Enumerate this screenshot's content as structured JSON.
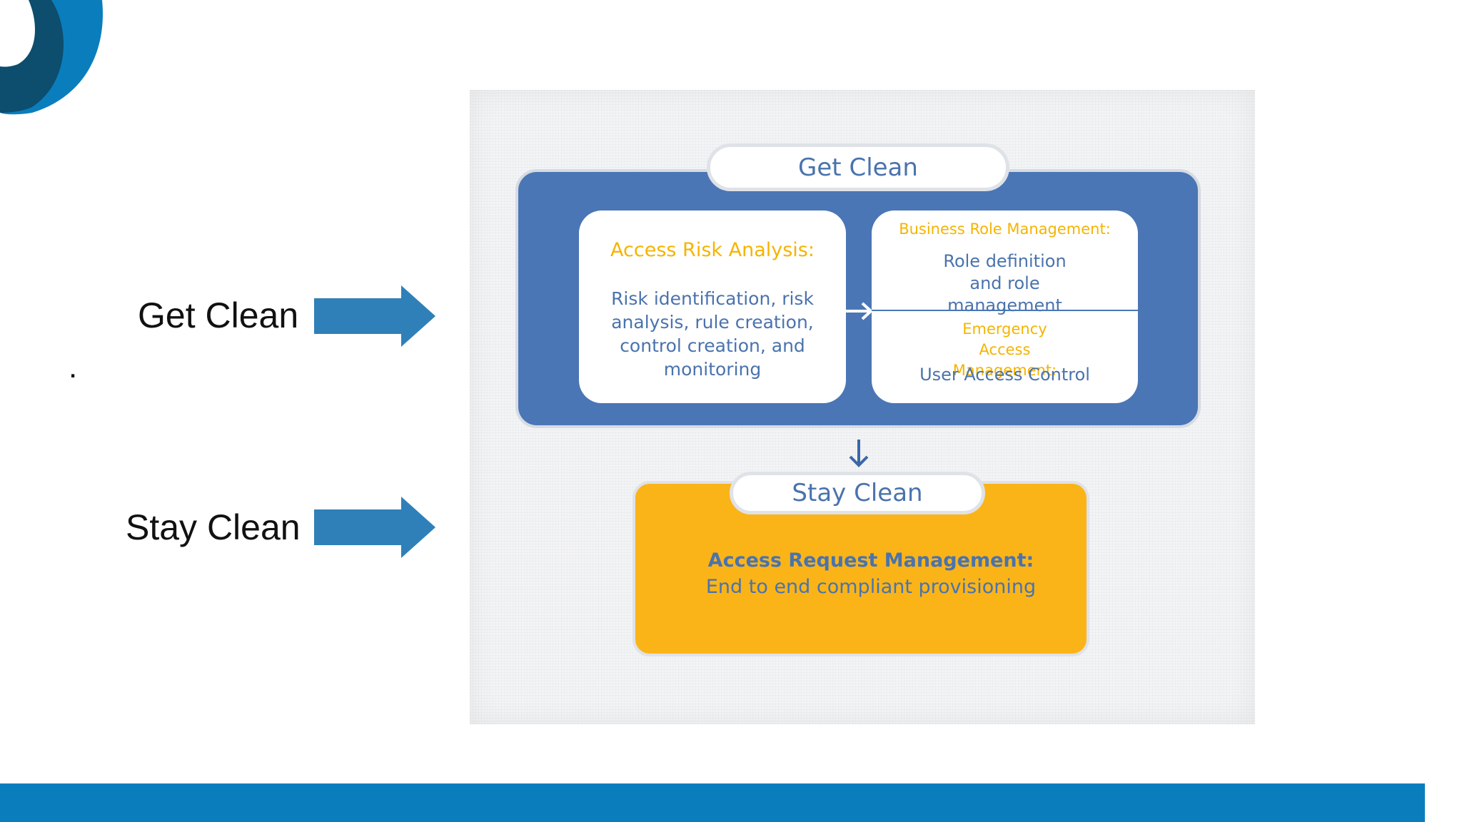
{
  "colors": {
    "logo_dark": "#0d4d6e",
    "logo_light": "#0a7ebd",
    "arrow": "#2f80b8",
    "get_clean_panel": "#4a76b6",
    "stay_clean_panel": "#fbb417",
    "heading_yellow": "#f5b400",
    "body_blue": "#4a73ad",
    "footer": "#0a7ebd"
  },
  "icons": {
    "logo": "logo-icon",
    "side_arrow": "right-arrow-icon",
    "flow_right": "right-arrow-icon",
    "flow_down": "down-arrow-icon"
  },
  "side_labels": {
    "get_clean": "Get Clean",
    "stay_clean": "Stay Clean",
    "dot": "."
  },
  "diagram": {
    "get_clean_label": "Get Clean",
    "stay_clean_label": "Stay Clean",
    "access_risk": {
      "title": "Access Risk Analysis:",
      "body": "Risk identification, risk analysis, rule creation, control creation, and monitoring"
    },
    "business_role": {
      "title": "Business Role Management:",
      "body": "Role definition and role management"
    },
    "emergency_access": {
      "title": "Emergency Access Management:",
      "body": "User Access Control"
    },
    "access_request": {
      "title": "Access Request Management:",
      "body": "End to end compliant provisioning"
    }
  }
}
